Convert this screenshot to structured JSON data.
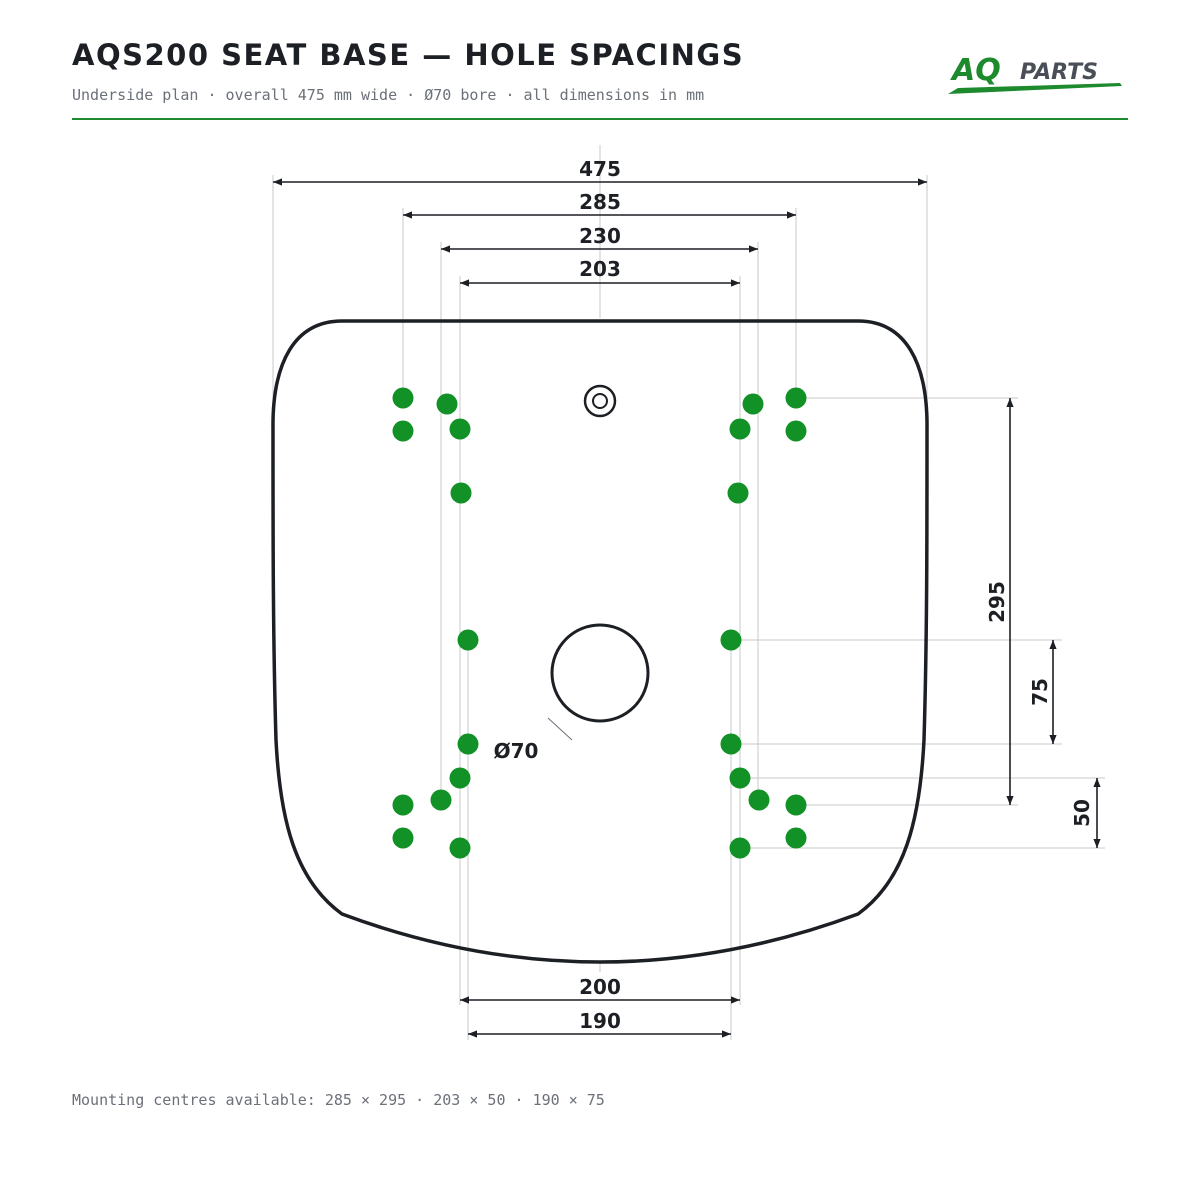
{
  "header": {
    "title": "AQS200 SEAT BASE — HOLE SPACINGS",
    "subtitle": "Underside plan · overall 475 mm wide · Ø70 bore · all dimensions in mm"
  },
  "logo": {
    "aq": "AQ",
    "parts": "PARTS",
    "color": "#1e8a2e"
  },
  "drawing": {
    "dimensions": {
      "overall_width": "475",
      "pattern_a_width": "285",
      "d230": "230",
      "pattern_b_width": "203",
      "bottom_200": "200",
      "pattern_c_width": "190",
      "pattern_a_depth": "295",
      "pattern_c_depth": "75",
      "pattern_b_depth": "50",
      "bore_label": "Ø70"
    },
    "colors": {
      "hole": "#119126",
      "outline": "#1c1f24",
      "extension": "#c8c8c8"
    }
  },
  "footer": {
    "text": "Mounting centres available: 285 × 295 · 203 × 50 · 190 × 75"
  }
}
